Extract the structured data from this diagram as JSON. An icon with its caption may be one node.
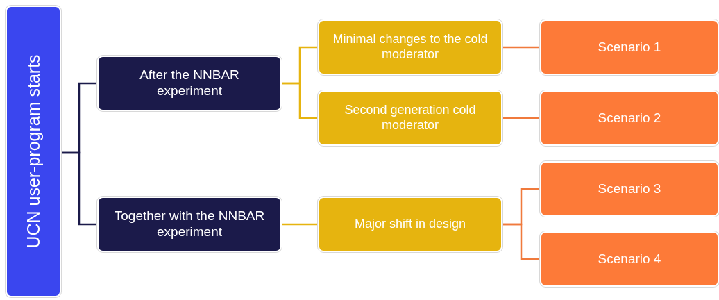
{
  "diagram": {
    "nodes": [
      {
        "text": [
          "UCN user-program starts"
        ]
      },
      {
        "text": [
          "After the NNBAR experiment"
        ]
      },
      {
        "text": [
          "Together with the NNBAR experiment"
        ]
      },
      {
        "text": [
          "Minimal changes to the cold moderator"
        ]
      },
      {
        "text": [
          "Second generation cold moderator"
        ]
      },
      {
        "text": [
          "Major shift in design"
        ]
      },
      {
        "text": [
          "Scenario 1"
        ]
      },
      {
        "text": [
          "Scenario 2"
        ]
      },
      {
        "text": [
          "Scenario 3"
        ]
      },
      {
        "text": [
          "Scenario 4"
        ]
      }
    ],
    "edges": [
      {
        "from": 0,
        "to": 1,
        "arrow": "none",
        "color": "#1b1a4a"
      },
      {
        "from": 0,
        "to": 2,
        "arrow": "none",
        "color": "#1b1a4a"
      },
      {
        "from": 1,
        "to": 3,
        "arrow": "none",
        "color": "#e6b40f"
      },
      {
        "from": 1,
        "to": 4,
        "arrow": "none",
        "color": "#e6b40f"
      },
      {
        "from": 2,
        "to": 5,
        "arrow": "none",
        "color": "#e6b40f"
      },
      {
        "from": 3,
        "to": 6,
        "arrow": "none"
      },
      {
        "from": 4,
        "to": 7,
        "arrow": "none"
      },
      {
        "from": 5,
        "to": 8,
        "arrow": "none"
      },
      {
        "from": 5,
        "to": 9,
        "arrow": "none"
      }
    ]
  }
}
